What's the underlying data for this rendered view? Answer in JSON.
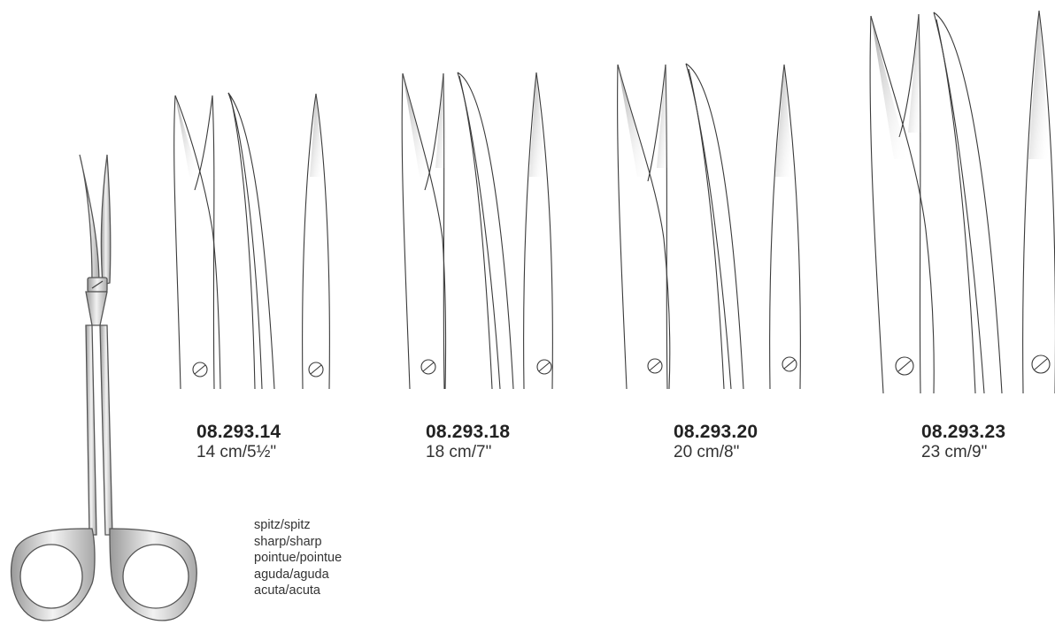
{
  "products": [
    {
      "code": "08.293.14",
      "size": "14 cm/5½\""
    },
    {
      "code": "08.293.18",
      "size": "18 cm/7\""
    },
    {
      "code": "08.293.20",
      "size": "20 cm/8\""
    },
    {
      "code": "08.293.23",
      "size": "23 cm/9\""
    }
  ],
  "tip_types": [
    "spitz/spitz",
    "sharp/sharp",
    "pointue/pointue",
    "aguda/aguda",
    "acuta/acuta"
  ],
  "colors": {
    "line": "#3a3a3a",
    "text": "#222222",
    "steel": "#b8b8b8"
  }
}
